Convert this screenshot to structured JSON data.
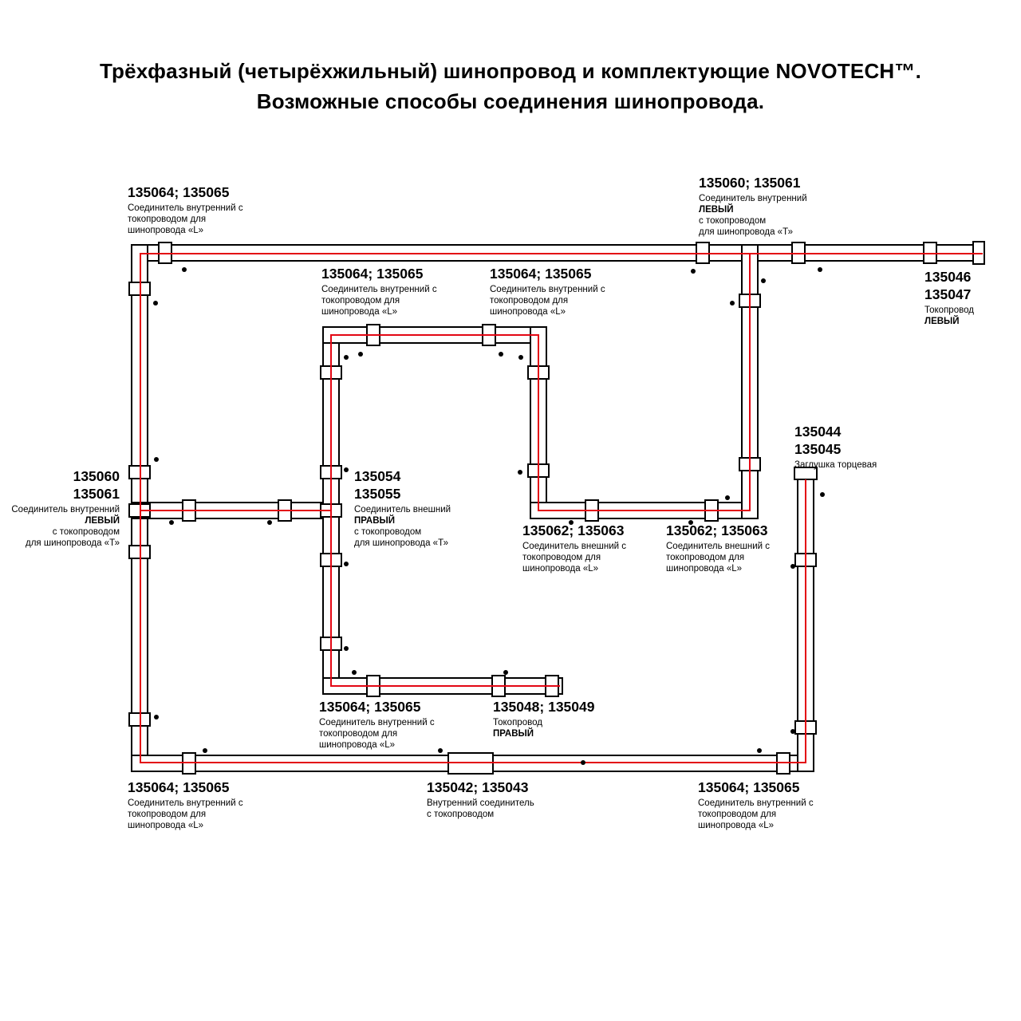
{
  "title": {
    "line1": "Трёхфазный (четырёхжильный) шинопровод и комплектующие NOVOTECH™.",
    "line2": "Возможные способы соединения шинопровода."
  },
  "colors": {
    "background": "#ffffff",
    "track_outline": "#000000",
    "conductor_red": "#e30613"
  },
  "labels": {
    "top_left_inner_l": {
      "code": "135064; 135065",
      "d1": "Соединитель внутренний с",
      "d2": "токопроводом для",
      "d3": "шинопровода «L»"
    },
    "top_right_inner_t": {
      "code": "135060; 135061",
      "d1": "Соединитель внутренний",
      "d2": "ЛЕВЫЙ",
      "d3": "с токопроводом",
      "d4": "для шинопровода «Т»"
    },
    "feed_left": {
      "code1": "135046",
      "code2": "135047",
      "d1": "Токопровод",
      "d2": "ЛЕВЫЙ"
    },
    "mid_upper_left_l": {
      "code": "135064; 135065",
      "d1": "Соединитель внутренний с",
      "d2": "токопроводом для",
      "d3": "шинопровода «L»"
    },
    "mid_upper_right_l": {
      "code": "135064; 135065",
      "d1": "Соединитель внутренний с",
      "d2": "токопроводом для",
      "d3": "шинопровода «L»"
    },
    "left_inner_t": {
      "code1": "135060",
      "code2": "135061",
      "d1": "Соединитель внутренний",
      "d2": "ЛЕВЫЙ",
      "d3": "с токопроводом",
      "d4": "для шинопровода «Т»"
    },
    "center_outer_t": {
      "code1": "135054",
      "code2": "135055",
      "d1": "Соединитель внешний",
      "d2": "ПРАВЫЙ",
      "d3": "с токопроводом",
      "d4": "для шинопровода «Т»"
    },
    "end_cap": {
      "code1": "135044",
      "code2": "135045",
      "d1": "Заглушка торцевая"
    },
    "outer_l_left": {
      "code": "135062; 135063",
      "d1": "Соединитель внешний с",
      "d2": "токопроводом для",
      "d3": "шинопровода «L»"
    },
    "outer_l_right": {
      "code": "135062; 135063",
      "d1": "Соединитель внешний с",
      "d2": "токопроводом для",
      "d3": "шинопровода «L»"
    },
    "bottom_inner_l_mid": {
      "code": "135064; 135065",
      "d1": "Соединитель внутренний с",
      "d2": "токопроводом для",
      "d3": "шинопровода «L»"
    },
    "feed_right": {
      "code": "135048; 135049",
      "d1": "Токопровод",
      "d2": "ПРАВЫЙ"
    },
    "bottom_left_l": {
      "code": "135064; 135065",
      "d1": "Соединитель внутренний с",
      "d2": "токопроводом для",
      "d3": "шинопровода «L»"
    },
    "bottom_center_connector": {
      "code": "135042; 135043",
      "d1": "Внутренний соединитель",
      "d2": "с токопроводом"
    },
    "bottom_right_l": {
      "code": "135064; 135065",
      "d1": "Соединитель внутренний с",
      "d2": "токопроводом для",
      "d3": "шинопровода «L»"
    }
  }
}
